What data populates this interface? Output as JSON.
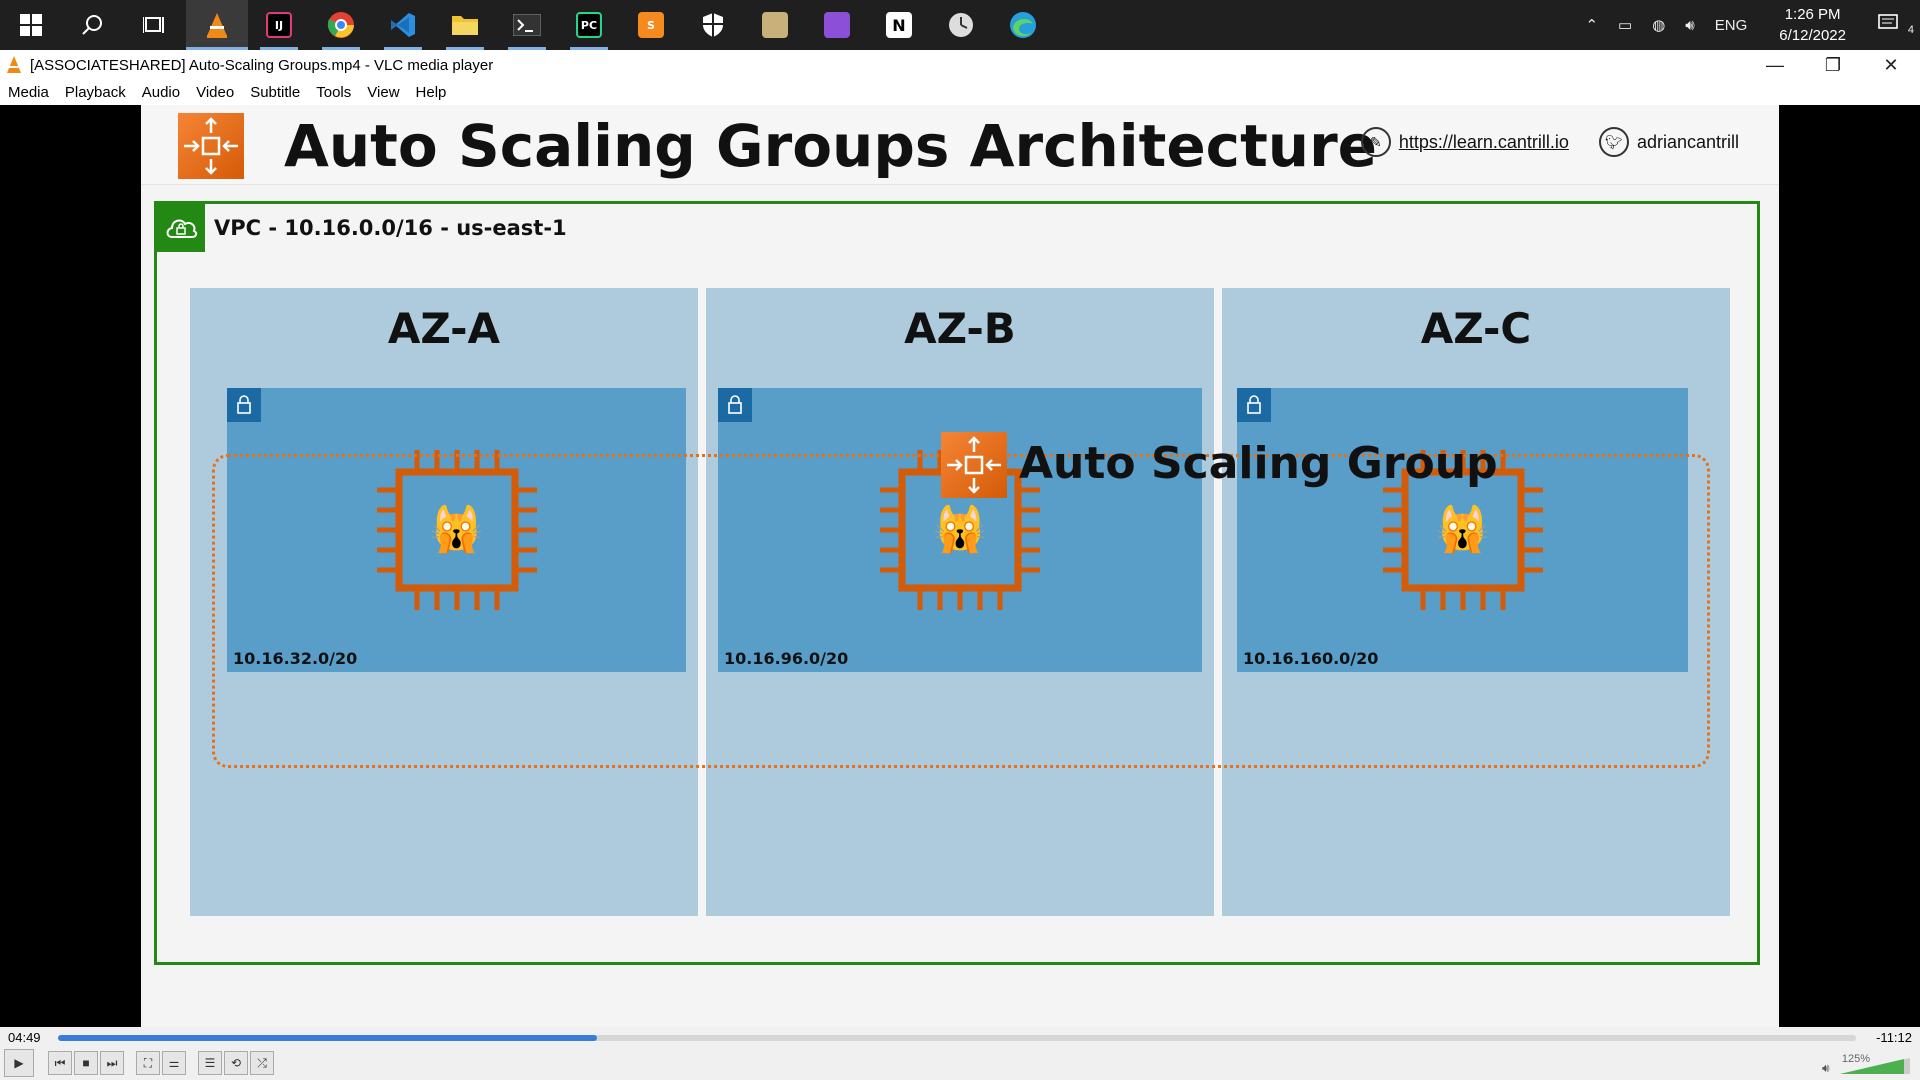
{
  "taskbar": {
    "apps": [
      {
        "name": "start",
        "icon": "windows-icon"
      },
      {
        "name": "search",
        "icon": "search-icon"
      },
      {
        "name": "task-view",
        "icon": "task-view-icon"
      },
      {
        "name": "vlc",
        "icon": "vlc-icon",
        "color": "#f08a16"
      },
      {
        "name": "intellij",
        "icon": "intellij-icon",
        "color": "#2a2a7a"
      },
      {
        "name": "chrome",
        "icon": "chrome-icon",
        "color": "#e34133"
      },
      {
        "name": "vscode",
        "icon": "vscode-icon",
        "color": "#2a8fe0"
      },
      {
        "name": "file-explorer",
        "icon": "folder-icon",
        "color": "#f1c232"
      },
      {
        "name": "terminal",
        "icon": "terminal-icon",
        "color": "#444444"
      },
      {
        "name": "pycharm",
        "icon": "pycharm-icon",
        "color": "#21d789"
      },
      {
        "name": "sublime",
        "icon": "sublime-icon",
        "color": "#f58a1f"
      },
      {
        "name": "security",
        "icon": "shield-icon",
        "color": "#ffffff"
      },
      {
        "name": "app-1",
        "icon": "app-icon",
        "color": "#c8b07a"
      },
      {
        "name": "app-2",
        "icon": "app-icon",
        "color": "#8c4fd8"
      },
      {
        "name": "notion",
        "icon": "notion-icon",
        "color": "#ffffff"
      },
      {
        "name": "app-3",
        "icon": "clock-app-icon",
        "color": "#dddddd"
      },
      {
        "name": "edge",
        "icon": "edge-icon",
        "color": "#25a0d8"
      }
    ],
    "tray": {
      "language": "ENG",
      "time": "1:26 PM",
      "date": "6/12/2022",
      "notifications": "4"
    }
  },
  "window": {
    "title": "[ASSOCIATESHARED] Auto-Scaling Groups.mp4 - VLC media player",
    "minimize": "—",
    "maximize": "❐",
    "close": "✕"
  },
  "menu": [
    "Media",
    "Playback",
    "Audio",
    "Video",
    "Subtitle",
    "Tools",
    "View",
    "Help"
  ],
  "slide": {
    "title": "Auto Scaling Groups Architecture",
    "link": "https://learn.cantrill.io",
    "twitter": "adriancantrill",
    "vpc_label": "VPC - 10.16.0.0/16 - us-east-1",
    "asg_label": "Auto Scaling Group",
    "azs": [
      {
        "label": "AZ-A",
        "subnet": "10.16.32.0/20"
      },
      {
        "label": "AZ-B",
        "subnet": "10.16.96.0/20"
      },
      {
        "label": "AZ-C",
        "subnet": "10.16.160.0/20"
      }
    ],
    "colors": {
      "vpc": "#248814",
      "asg": "#e3721f",
      "az": "#aecbdd",
      "subnet": "#589ec9"
    }
  },
  "player": {
    "elapsed": "04:49",
    "remaining": "-11:12",
    "progress_percent": 30,
    "volume": "125%"
  }
}
